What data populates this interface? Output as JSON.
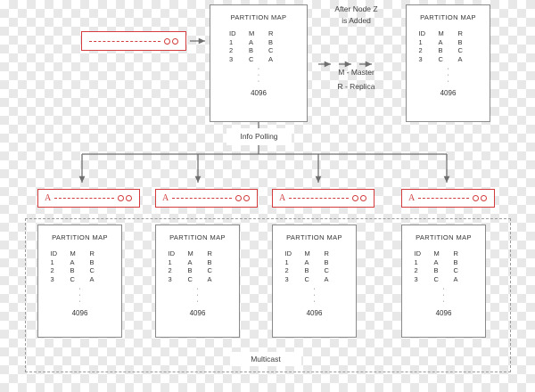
{
  "diagram": {
    "title_top": "After Node Z\nis Added",
    "after_node_line1": "After Node Z",
    "after_node_line2": "is Added",
    "legend_master": "M - Master",
    "legend_replica": "R - Replica",
    "info_polling": "Info Polling",
    "multicast": "Multicast",
    "colors": {
      "node_red": "#d33c3c",
      "box_gray": "#8a8a8a",
      "arrow_gray": "#6f6f6f",
      "text_gray": "#3d3d3d"
    }
  },
  "partition_map": {
    "title": "PARTITION MAP",
    "headers": [
      "ID",
      "M",
      "R"
    ],
    "rows": [
      [
        "1",
        "A",
        "B"
      ],
      [
        "2",
        "B",
        "C"
      ],
      [
        "3",
        "C",
        "A"
      ]
    ],
    "ellipsis": [
      "·",
      "·",
      "·"
    ],
    "last_row": "4096"
  },
  "top": {
    "source_node": {
      "label": "",
      "dots": 2
    },
    "map_left": "map-before",
    "map_right": "map-after"
  },
  "bottom_nodes": [
    {
      "label": "A",
      "dots": 2
    },
    {
      "label": "A",
      "dots": 2
    },
    {
      "label": "A",
      "dots": 2
    },
    {
      "label": "A",
      "dots": 2
    }
  ]
}
